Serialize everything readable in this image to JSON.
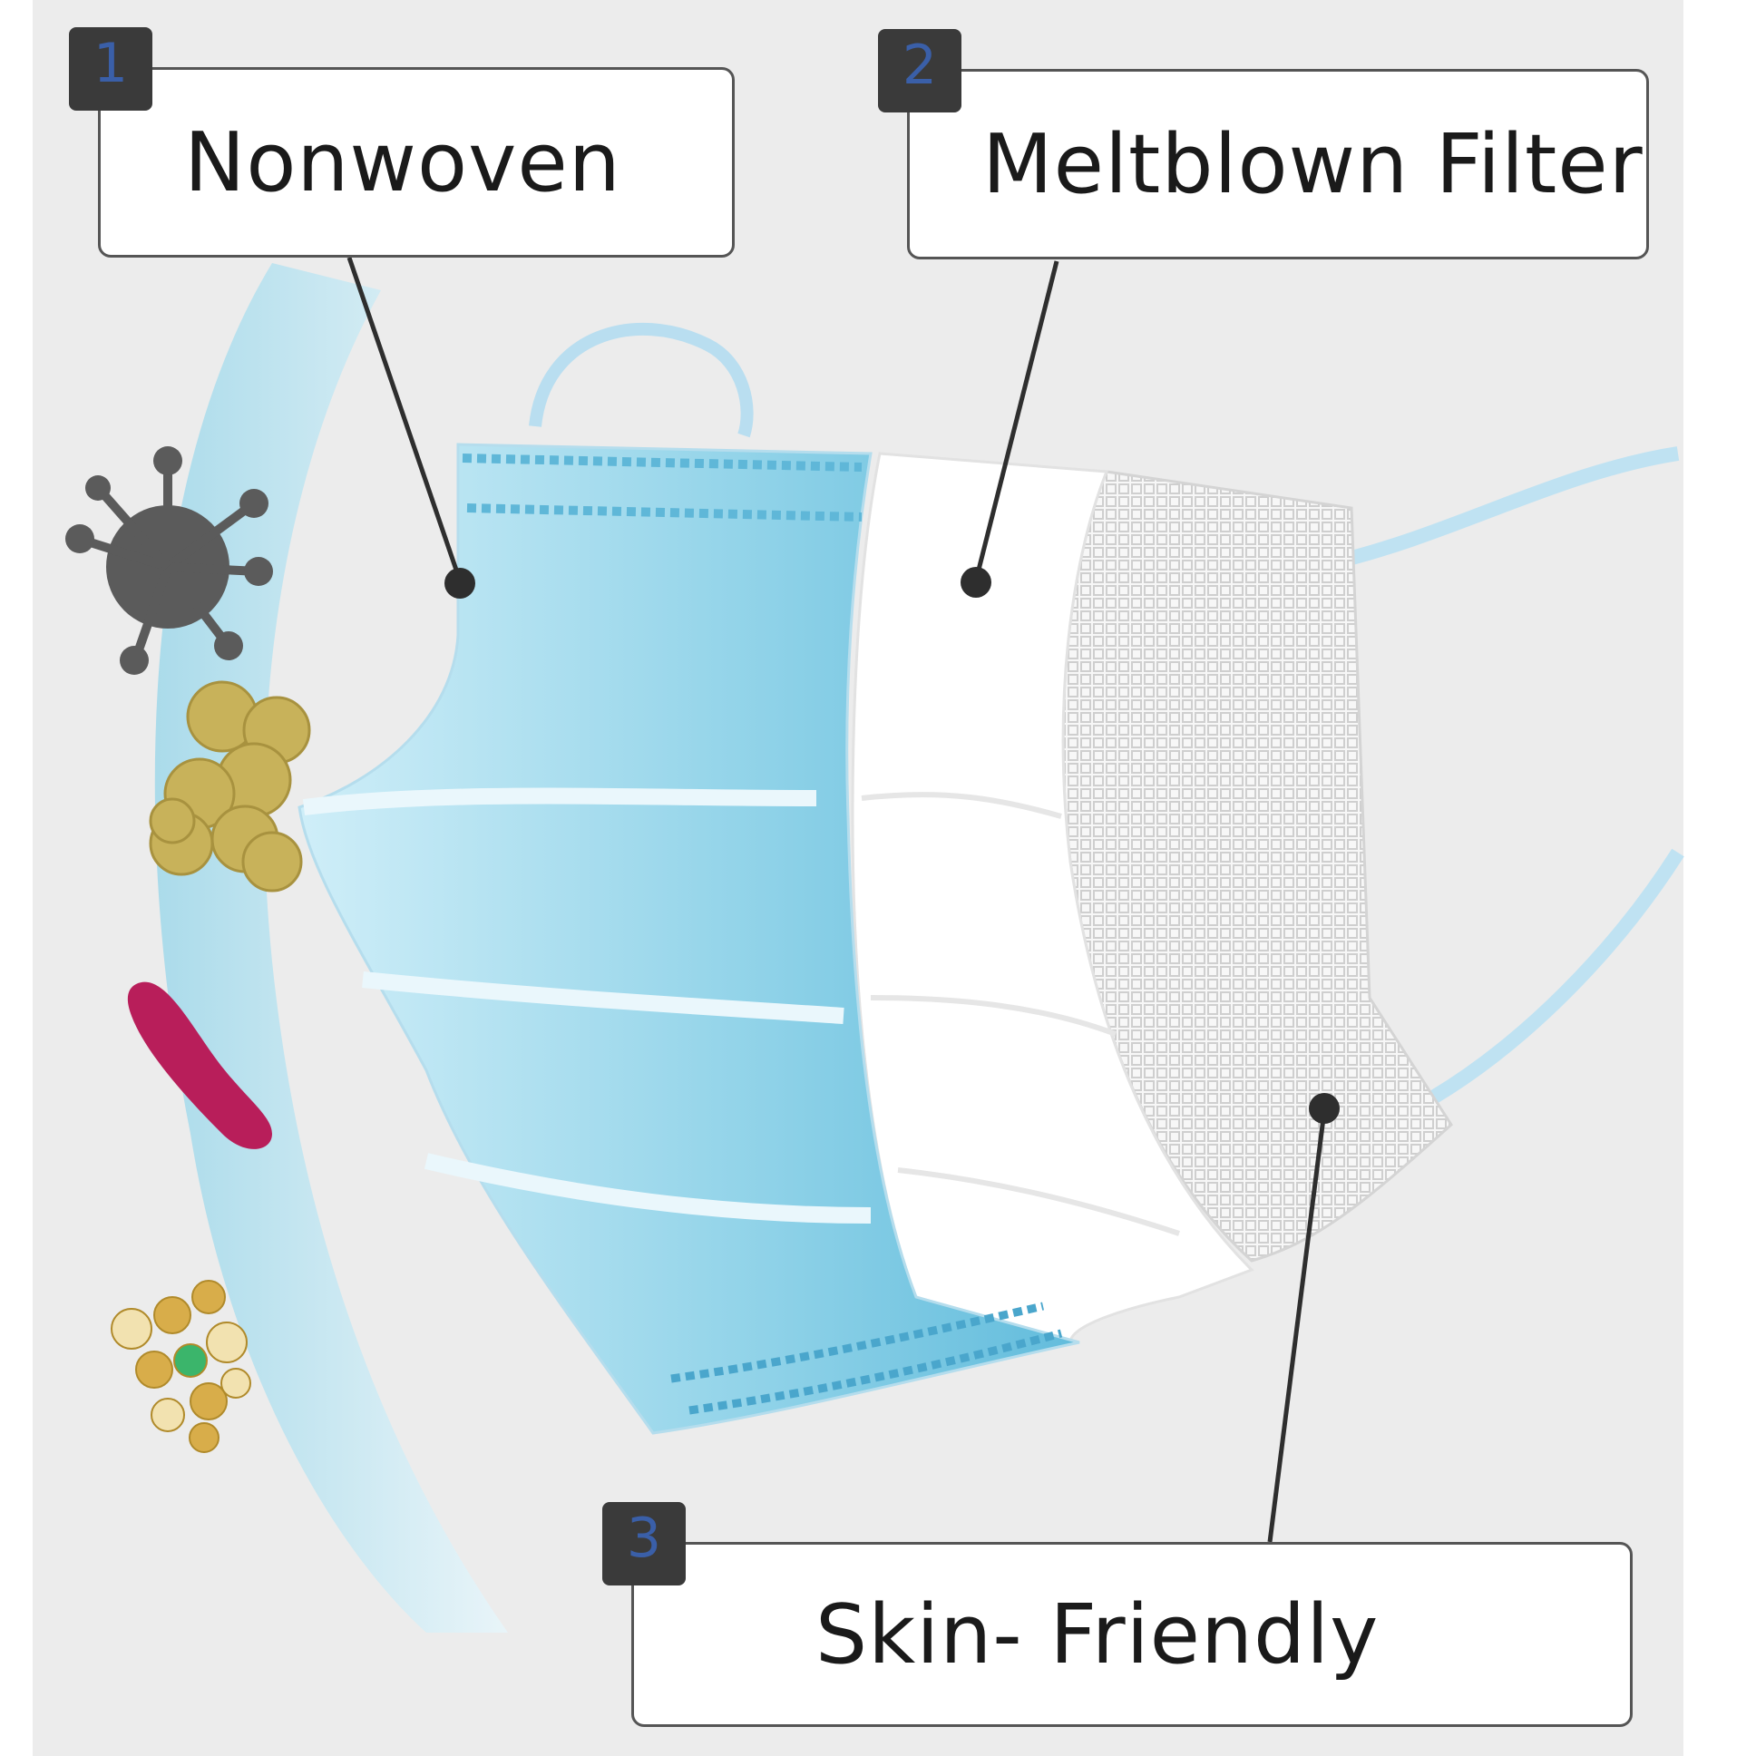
{
  "callouts": [
    {
      "number": "1",
      "label": "Nonwoven"
    },
    {
      "number": "2",
      "label": "Meltblown Filter"
    },
    {
      "number": "3",
      "label": "Skin- Friendly"
    }
  ],
  "colors": {
    "background": "#ececec",
    "mask_blue": "#7fcbe4",
    "mask_light": "#dff2f8",
    "badge": "#3a3a3a",
    "badge_number": "#3a5fa8",
    "virus": "#5b5b5b",
    "bacteria_yellow": "#c8b25a",
    "bacteria_magenta": "#b81e5a"
  }
}
